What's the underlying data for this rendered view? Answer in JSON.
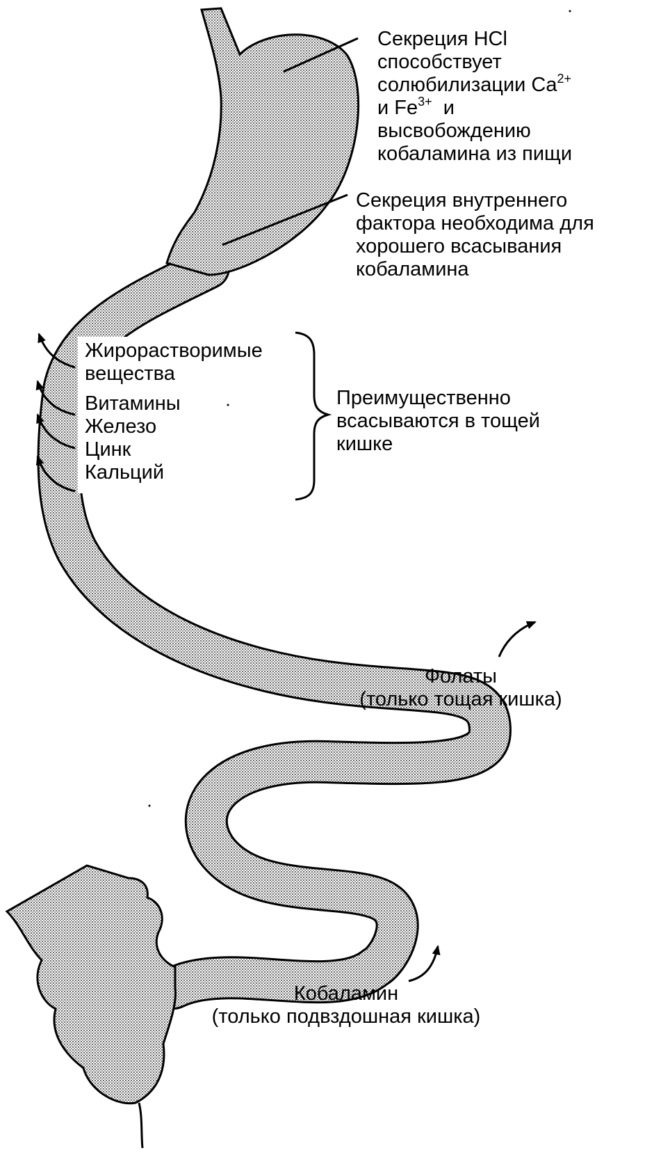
{
  "stomach_label": {
    "line1": "Секреция HCl",
    "line2": "способствует",
    "line3_text": "солюбилизации Ca",
    "line3_sup": "2+",
    "line4_text": "и Fe",
    "line4_sup": "3+",
    "line4_tail": "  и",
    "line5": "высвобождению",
    "line6": "кобаламина из пищи"
  },
  "intrinsic_factor_label": [
    "Секреция внутреннего",
    "фактора необходима для",
    "хорошего всасывания",
    "кобаламина"
  ],
  "jejunum_items": [
    "Жирорастворимые",
    "вещества",
    "Витамины",
    "Железо",
    "Цинк",
    "Кальций"
  ],
  "jejunum_label": [
    "Преимущественно",
    "всасываются в тощей",
    "кишке"
  ],
  "folate_label": [
    "Фолаты",
    "(только тощая кишка)"
  ],
  "cobalamin_label": [
    "Кобаламин",
    "(только подвздошная кишка)"
  ]
}
